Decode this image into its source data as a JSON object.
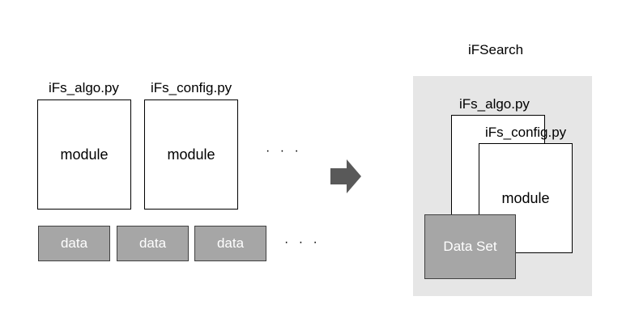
{
  "left": {
    "labels": [
      "iFs_algo.py",
      "iFs_config.py"
    ],
    "module_text": "module",
    "data_text": "data",
    "ellipsis": "· · ·"
  },
  "right": {
    "title": "iFSearch",
    "algo_label": "iFs_algo.py",
    "config_label": "iFs_config.py",
    "module_text": "module",
    "dataset_text": "Data Set"
  },
  "colors": {
    "data_fill": "#a6a6a6",
    "panel_fill": "#e6e6e6",
    "arrow_fill": "#595959"
  }
}
